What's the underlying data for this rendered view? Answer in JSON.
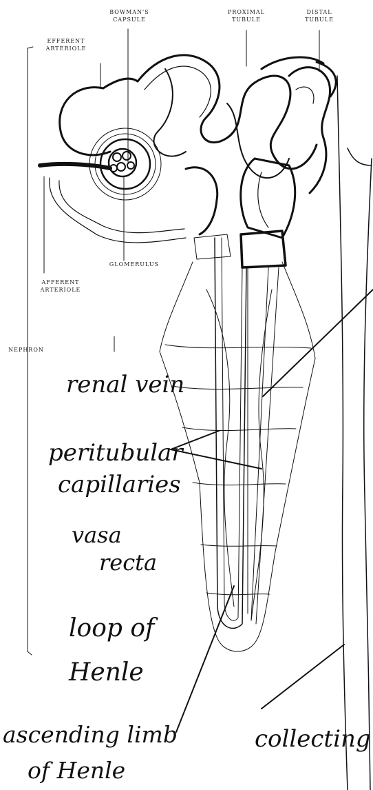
{
  "printed_labels": {
    "bowmans_capsule": [
      "BOWMAN'S",
      "CAPSULE"
    ],
    "proximal_tubule": [
      "PROXIMAL",
      "TUBULE"
    ],
    "distal_tubule": [
      "DISTAL",
      "TUBULE"
    ],
    "efferent_arteriole": [
      "EFFERENT",
      "ARTERIOLE"
    ],
    "glomerulus": "GLOMERULUS",
    "afferent_arteriole": [
      "AFFERENT",
      "ARTERIOLE"
    ],
    "nephron": "NEPHRON"
  },
  "handwritten_labels": {
    "renal_vein": "renal vein",
    "peritubular_capillaries": [
      "peritubular",
      "capillaries"
    ],
    "vasa_recta": [
      "vasa",
      "recta"
    ],
    "loop_of_henle": [
      "loop of",
      "Henle"
    ],
    "ascending_limb": [
      "ascending limb",
      "of Henle"
    ],
    "collecting_tubule": "collecting t"
  },
  "colors": {
    "ink": "#111111",
    "background": "#ffffff"
  }
}
